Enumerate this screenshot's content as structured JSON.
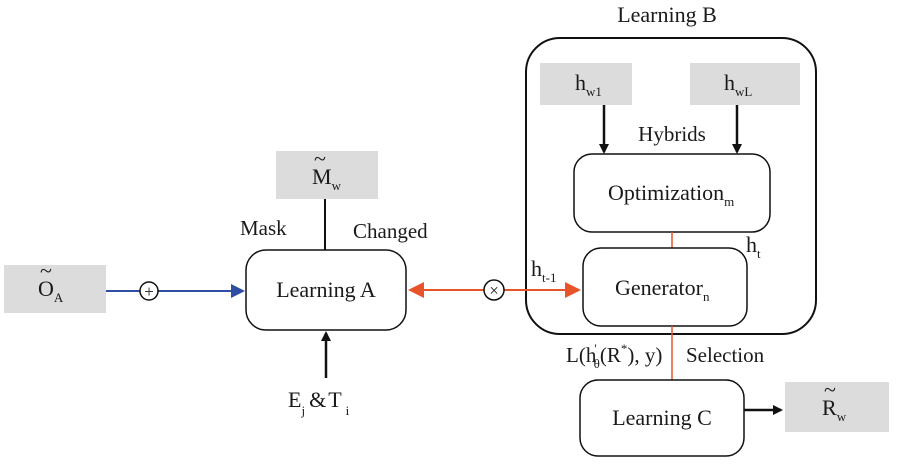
{
  "title": "Learning B",
  "nodes": {
    "learning_a": "Learning A",
    "learning_b": "Learning B",
    "learning_c": "Learning C",
    "optimization": {
      "main": "Optimization",
      "sub": "m"
    },
    "generator": {
      "main": "Generator",
      "sub": "n"
    },
    "hw1": {
      "main": "h",
      "sub": "w1"
    },
    "hwL": {
      "main": "h",
      "sub": "wL"
    },
    "o_a": {
      "main": "O",
      "sub": "A",
      "accent": "~"
    },
    "m_w": {
      "main": "M",
      "sub": "w",
      "accent": "~"
    },
    "r_w": {
      "main": "R",
      "sub": "w",
      "accent": "~"
    }
  },
  "labels": {
    "mask": "Mask",
    "changed": "Changed",
    "hybrids": "Hybrids",
    "selection": "Selection",
    "ht": {
      "main": "h",
      "sub": "t"
    },
    "ht1": {
      "main": "h",
      "sub": "t-1"
    },
    "ej": {
      "main": "E",
      "sub": "j"
    },
    "amp": "&",
    "ti": {
      "main": "T",
      "sub": "i"
    },
    "loss": {
      "p1": "L(h",
      "s1": "θ",
      "sup1": "'",
      "p2": "(R",
      "sup2": "*",
      "p3": "), y)"
    }
  },
  "symbols": {
    "plus": "+",
    "times": "×"
  },
  "colors": {
    "blue": "#2e4ea3",
    "orange": "#e8542a",
    "black": "#111111",
    "gray_box": "#dcdcdc"
  }
}
